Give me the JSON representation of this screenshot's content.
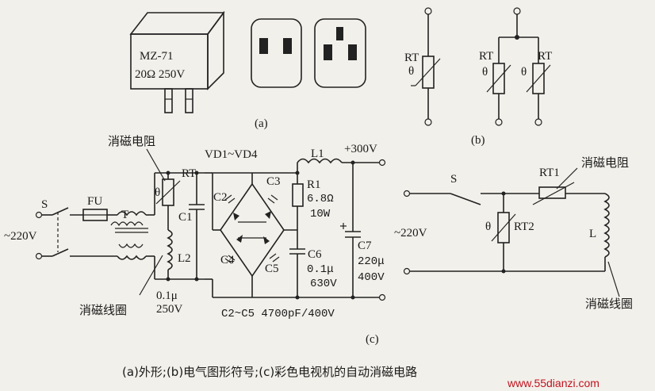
{
  "part_a": {
    "model": "MZ-71",
    "rating": "20Ω 250V"
  },
  "part_b": {
    "rt": "RT",
    "theta": "θ"
  },
  "circuit_c": {
    "degauss_resistor": "消磁电阻",
    "degauss_coil": "消磁线圈",
    "rt": "RT",
    "rt1": "RT1",
    "rt2": "RT2",
    "c1": "C1",
    "l2": "L2",
    "switch": "S",
    "fuse": "FU",
    "choke": "T",
    "input_voltage": "~220V",
    "c1_value": "0.1μ",
    "c1_rating": "250V",
    "bridge": "VD1~VD4",
    "c2": "C2",
    "c3": "C3",
    "c4": "C4",
    "c5": "C5",
    "r1": "R1",
    "r1_value": "6.8Ω",
    "r1_power": "10W",
    "l1": "L1",
    "output_voltage": "+300V",
    "c6": "C6",
    "c6_value": "0.1μ",
    "c6_rating": "630V",
    "c7": "C7",
    "c7_value": "220μ",
    "c7_rating": "400V",
    "c2_c5_spec": "C2~C5 4700pF/400V",
    "l": "L"
  },
  "labels": {
    "panel_a": "(a)",
    "panel_b": "(b)",
    "panel_c": "(c)",
    "caption": "(a)外形;(b)电气图形符号;(c)彩色电视机的自动消磁电路",
    "watermark": "www.55dianzi.com"
  }
}
